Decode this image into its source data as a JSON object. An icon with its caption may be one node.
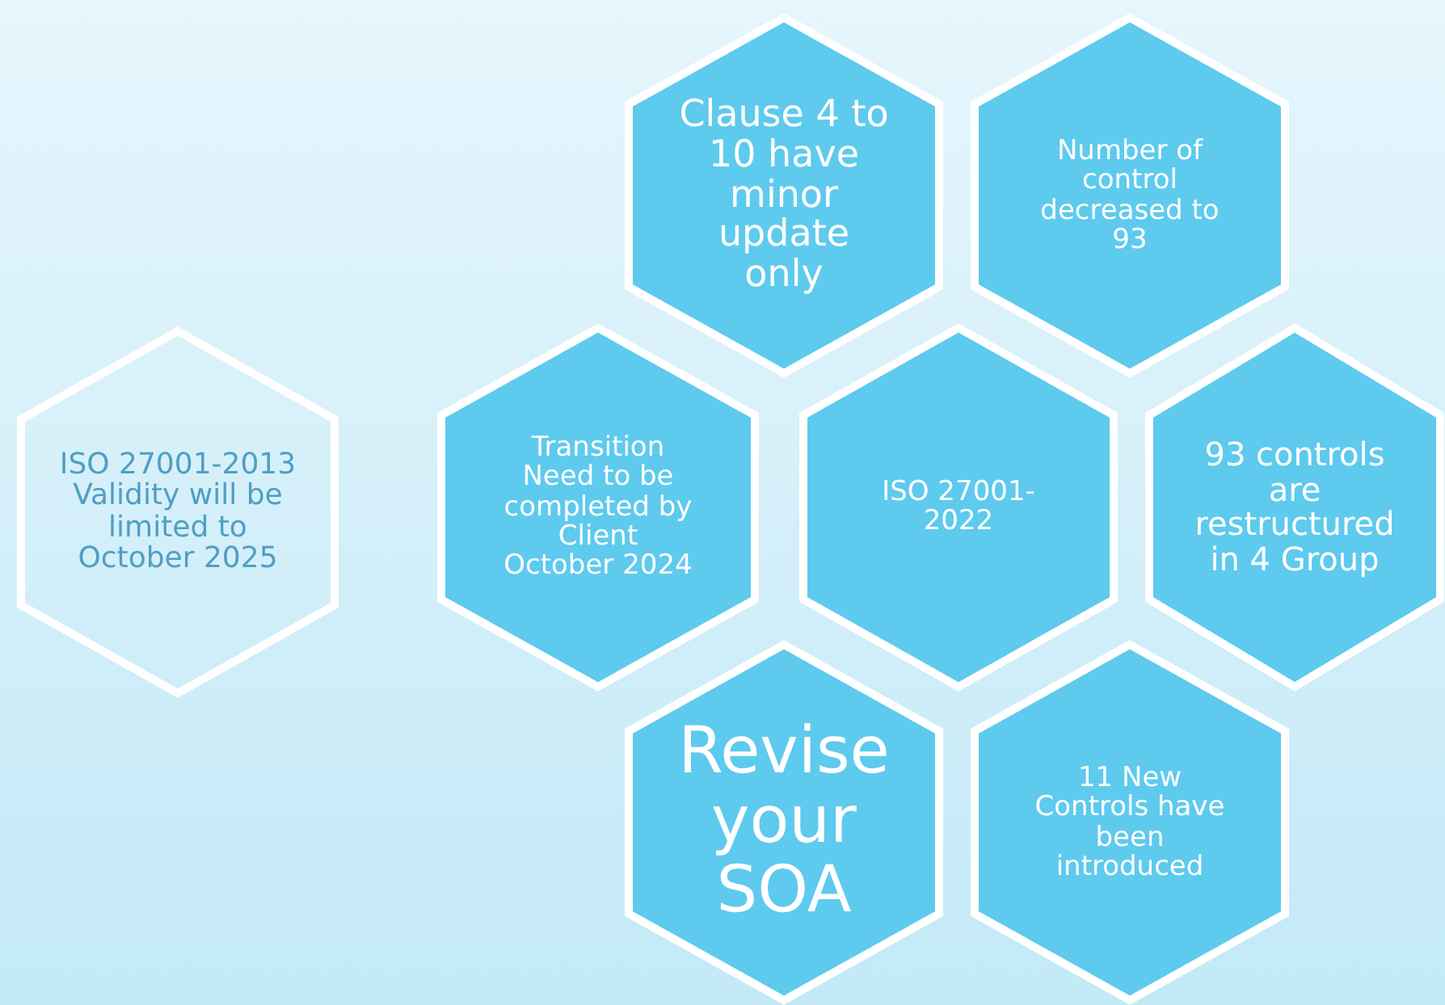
{
  "diagram": {
    "nodes": [
      {
        "text": [
          "Clause 4 to 10 have minor update only"
        ]
      },
      {
        "text": [
          "Number of control decreased to 93"
        ]
      },
      {
        "text": [
          "ISO 27001-2013 Validity will be limited to October 2025"
        ]
      },
      {
        "text": [
          "Transition Need to be completed by Client October 2024"
        ]
      },
      {
        "text": [
          "ISO 27001-2022"
        ]
      },
      {
        "text": [
          "93 controls are restructured in 4 Group"
        ]
      },
      {
        "text": [
          "Revise your SOA"
        ]
      },
      {
        "text": [
          "11 New Controls have been introduced"
        ]
      }
    ]
  }
}
